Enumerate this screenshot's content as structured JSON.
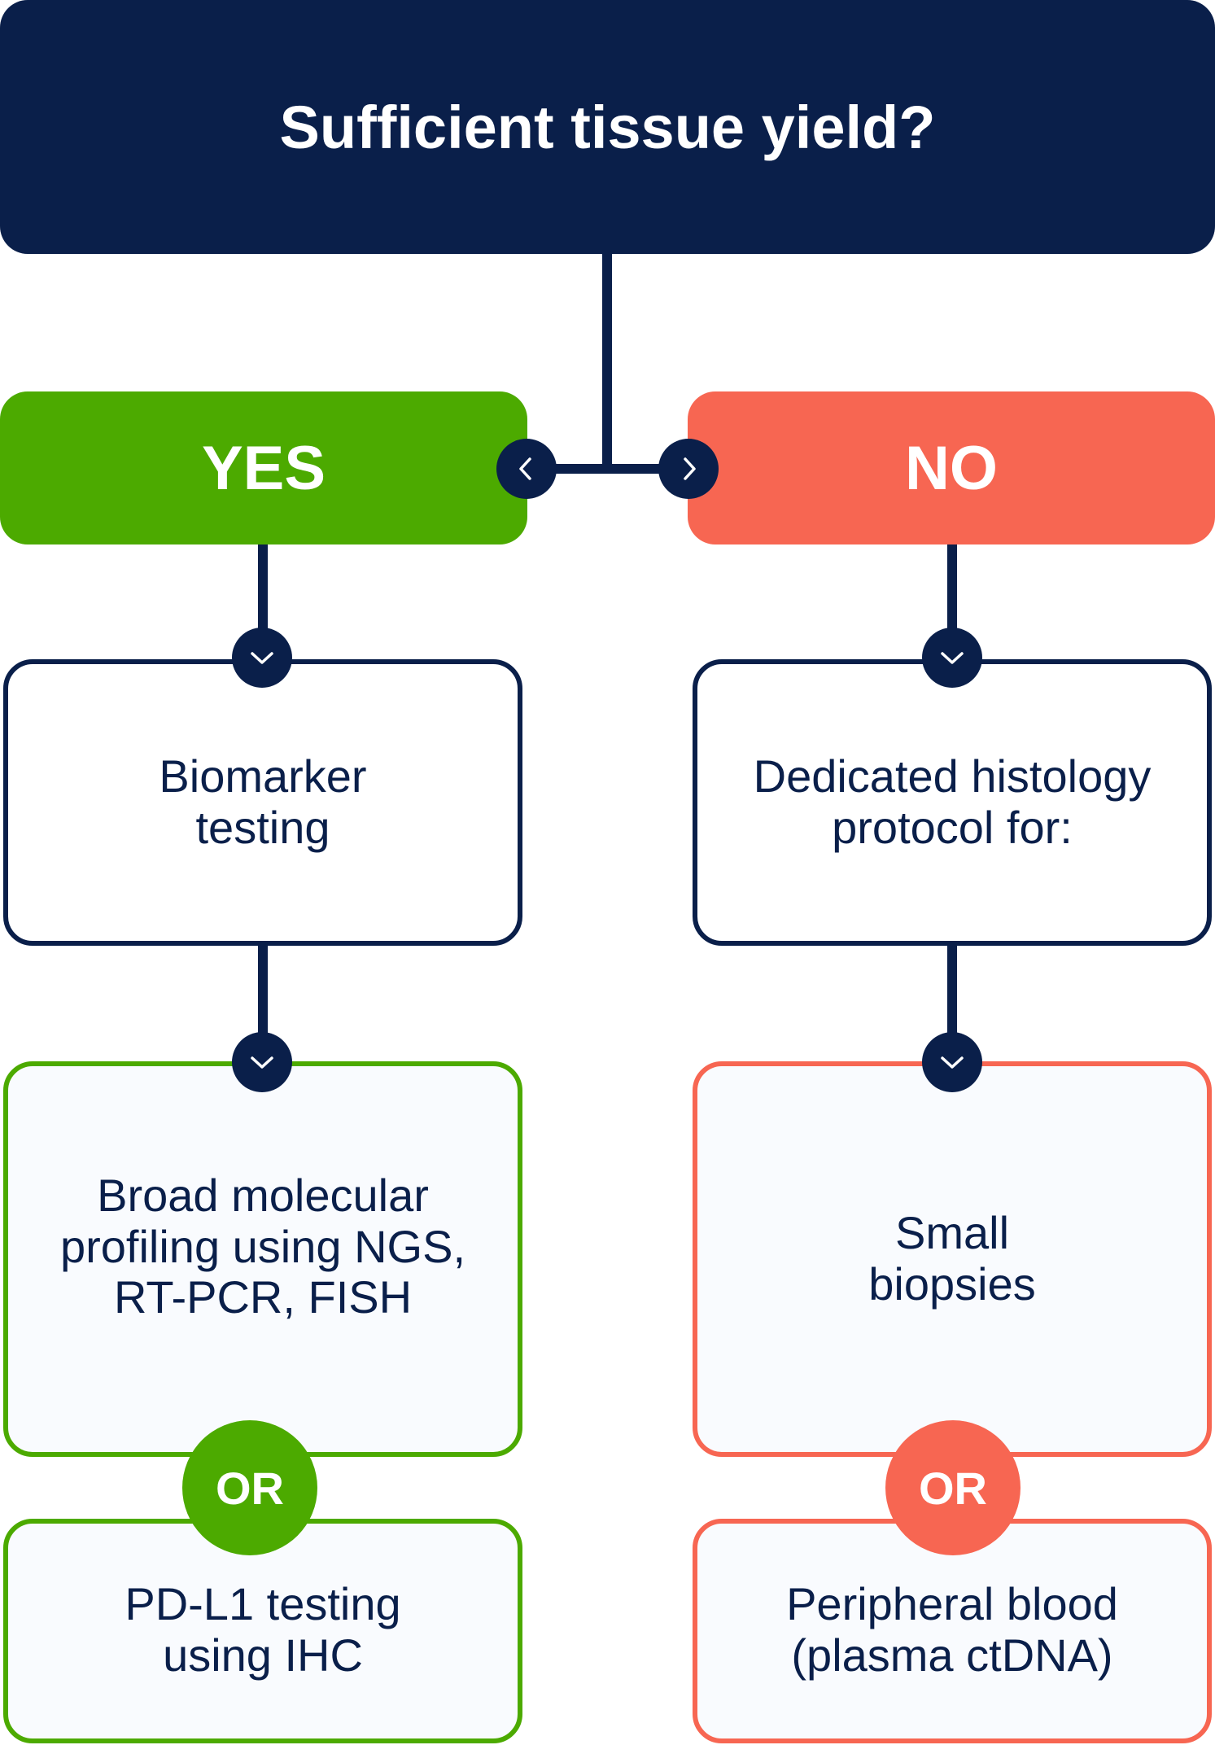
{
  "question": "Sufficient tissue yield?",
  "branches": {
    "yes": {
      "label": "YES",
      "step": "Biomarker testing",
      "option_a": "Broad molecular profiling using NGS, RT-PCR, FISH",
      "option_b": "PD-L1 testing using IHC",
      "or_label": "OR"
    },
    "no": {
      "label": "NO",
      "step": "Dedicated histology protocol for:",
      "option_a": "Small biopsies",
      "option_b": "Peripheral blood (plasma ctDNA)",
      "or_label": "OR"
    }
  },
  "colors": {
    "navy": "#0a1f4a",
    "yes": "#4caa00",
    "no": "#f76652"
  },
  "icons": {
    "chevron_left": "chevron-left-icon",
    "chevron_right": "chevron-right-icon",
    "chevron_down": "chevron-down-icon"
  }
}
